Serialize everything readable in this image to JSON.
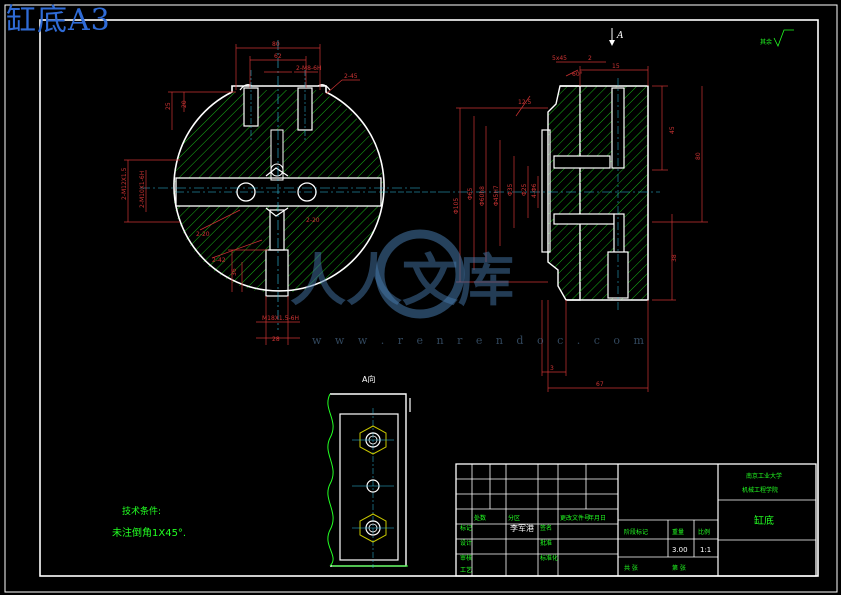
{
  "title_text": "缸底A3",
  "watermark": {
    "cn": "人人文库",
    "url": "w w w . r e n r e n d o c . c o m"
  },
  "view_label": "A向",
  "arrow_label": "A",
  "tech_req": {
    "heading": "技术条件:",
    "line1": "未注倒角1X45°."
  },
  "roughness": "其余",
  "title_block": {
    "school_line1": "南京工业大学",
    "school_line2": "机械工程学院",
    "part_name": "缸底",
    "designer": "李军港",
    "scale_label": "比例",
    "scale_value": "1:1",
    "weight_label": "重量",
    "weight_value": "3.00",
    "stage_label": "阶段标记",
    "sheets": "共 张",
    "sheet_no": "第 张",
    "row_labels": [
      "标记",
      "设计",
      "审核",
      "工艺",
      "批准"
    ],
    "col_labels": [
      "处数",
      "分区",
      "更改文件号",
      "签名",
      "年月日"
    ],
    "std_label": "标准化"
  },
  "colors": {
    "outline": "#ffffff",
    "hatch": "#19c319",
    "dim": "#cc3333",
    "center": "#33c4e6",
    "text_green": "#22ff22",
    "hex": "#c8c800"
  }
}
